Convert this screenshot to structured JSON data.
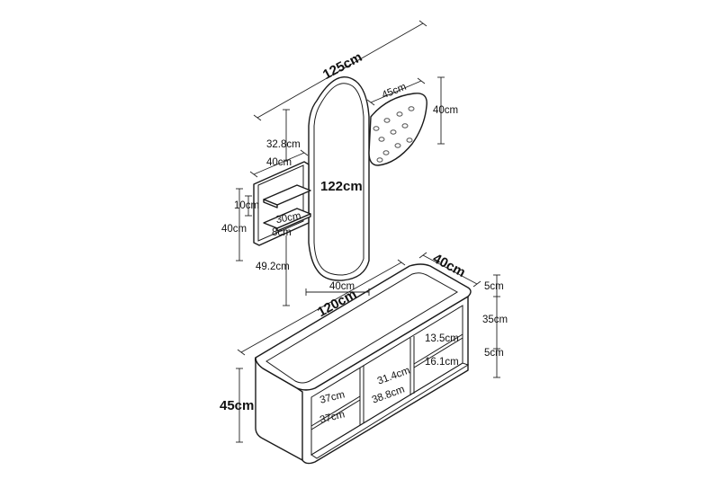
{
  "diagram": {
    "overall_width": "125cm",
    "mirror": {
      "height": "122cm",
      "top_offset": "32.8cm",
      "bottom_offset": "49.2cm",
      "width": "40cm"
    },
    "coat_rack": {
      "width": "45cm",
      "height": "40cm"
    },
    "shelf_unit": {
      "width": "40cm",
      "height": "40cm",
      "gap": "10cm",
      "shelf_width": "30cm",
      "shelf_depth": "8cm"
    },
    "bench": {
      "width": "120cm",
      "depth": "40cm",
      "height": "45cm",
      "top_rim": "5cm",
      "body": "35cm",
      "base": "5cm",
      "upper_compartment": "13.5cm",
      "lower_compartment": "16.1cm",
      "center_width_upper": "31.4cm",
      "center_width_lower": "38.8cm",
      "left_upper": "37cm",
      "left_lower": "37cm"
    }
  }
}
